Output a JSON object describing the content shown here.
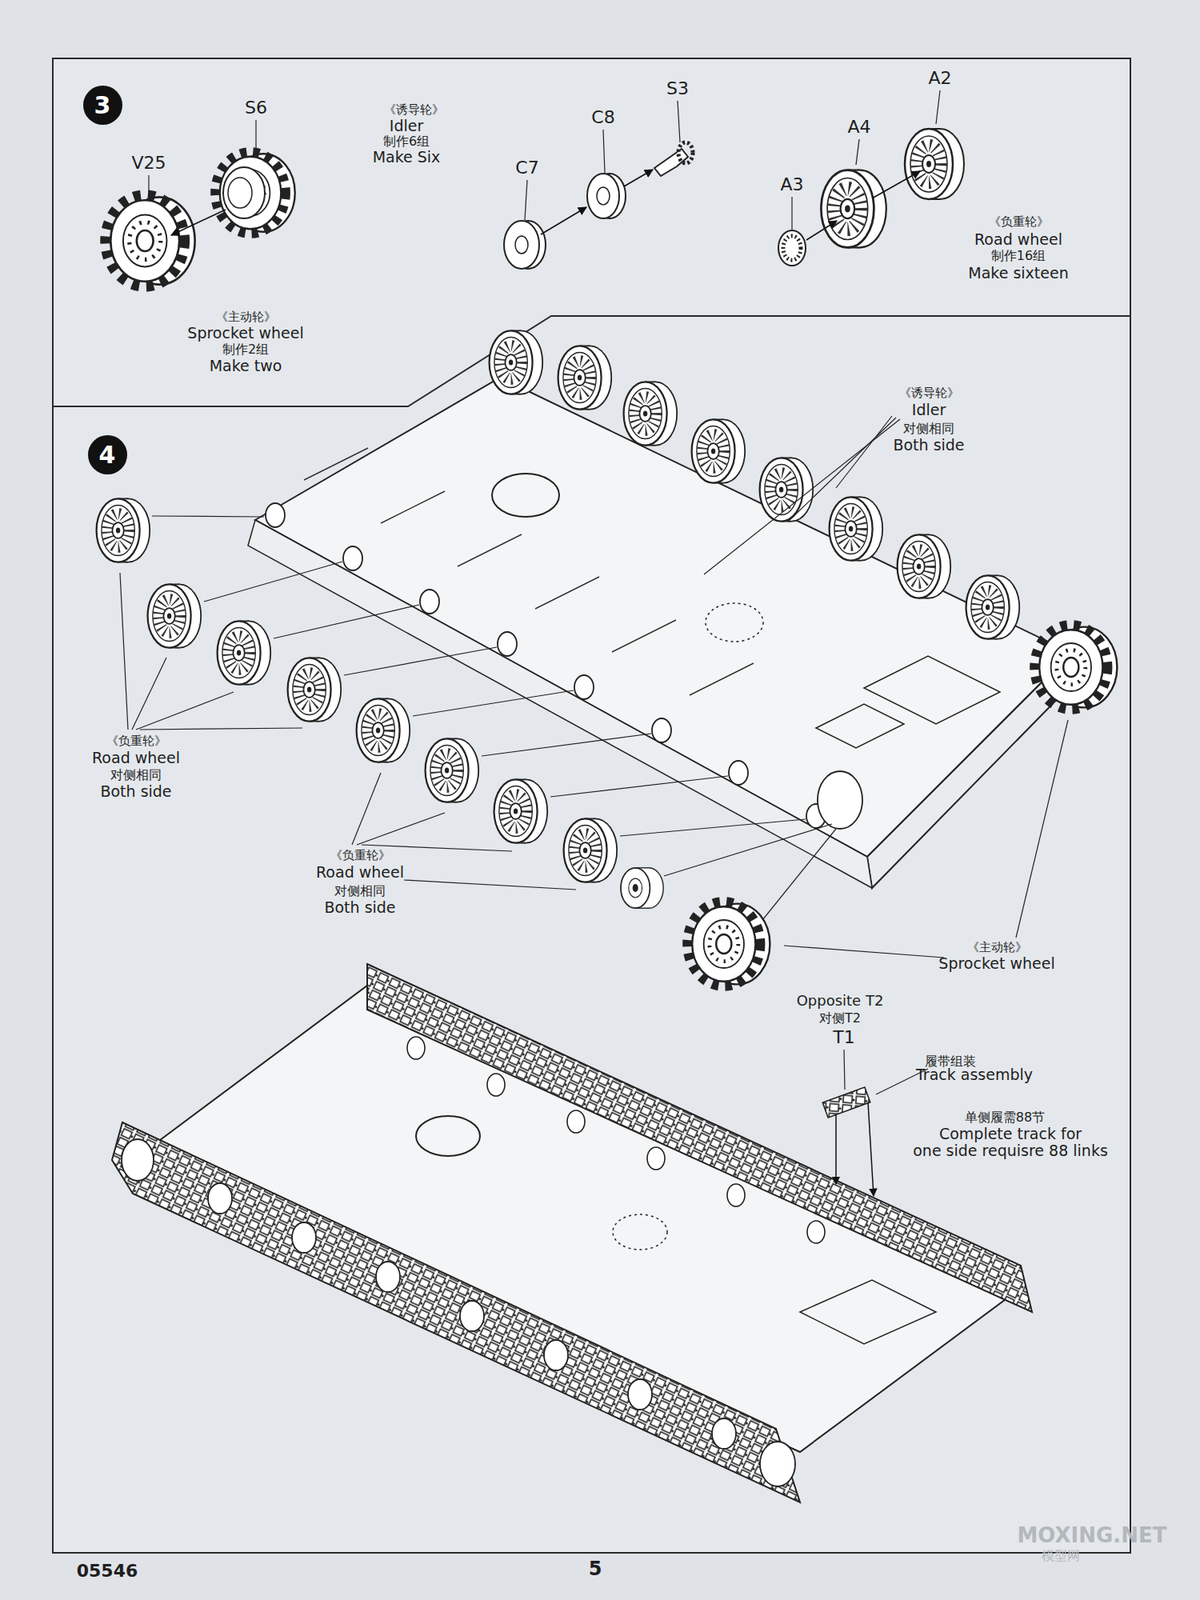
{
  "diagram": {
    "nodes": [
      {
        "text": [
          "3"
        ]
      },
      {
        "text": [
          "4"
        ]
      }
    ],
    "labels": [
      "S6",
      "V25",
      "《诱导轮》",
      "Idler",
      "制作6组",
      "Make Six",
      "S3",
      "C8",
      "C7",
      "A2",
      "A4",
      "A3",
      "《负重轮》",
      "Road wheel",
      "制作16组",
      "Make sixteen",
      "《主动轮》",
      "Sprocket wheel",
      "制作2组",
      "Make two",
      "《诱导轮》",
      "Idler",
      "对侧相同",
      "Both side",
      "《负重轮》",
      "Road wheel",
      "对侧相同",
      "Both side",
      "《负重轮》",
      "Road wheel",
      "对侧相同",
      "Both side",
      "《主动轮》",
      "Sprocket wheel",
      "Opposite T2",
      "对侧T2",
      "T1",
      "履带组装",
      "Track assembly",
      "单侧履需88节",
      "Complete track for",
      "one side requisre 88 links",
      "05546",
      "5",
      "MOXING.NET",
      "模型网"
    ]
  }
}
